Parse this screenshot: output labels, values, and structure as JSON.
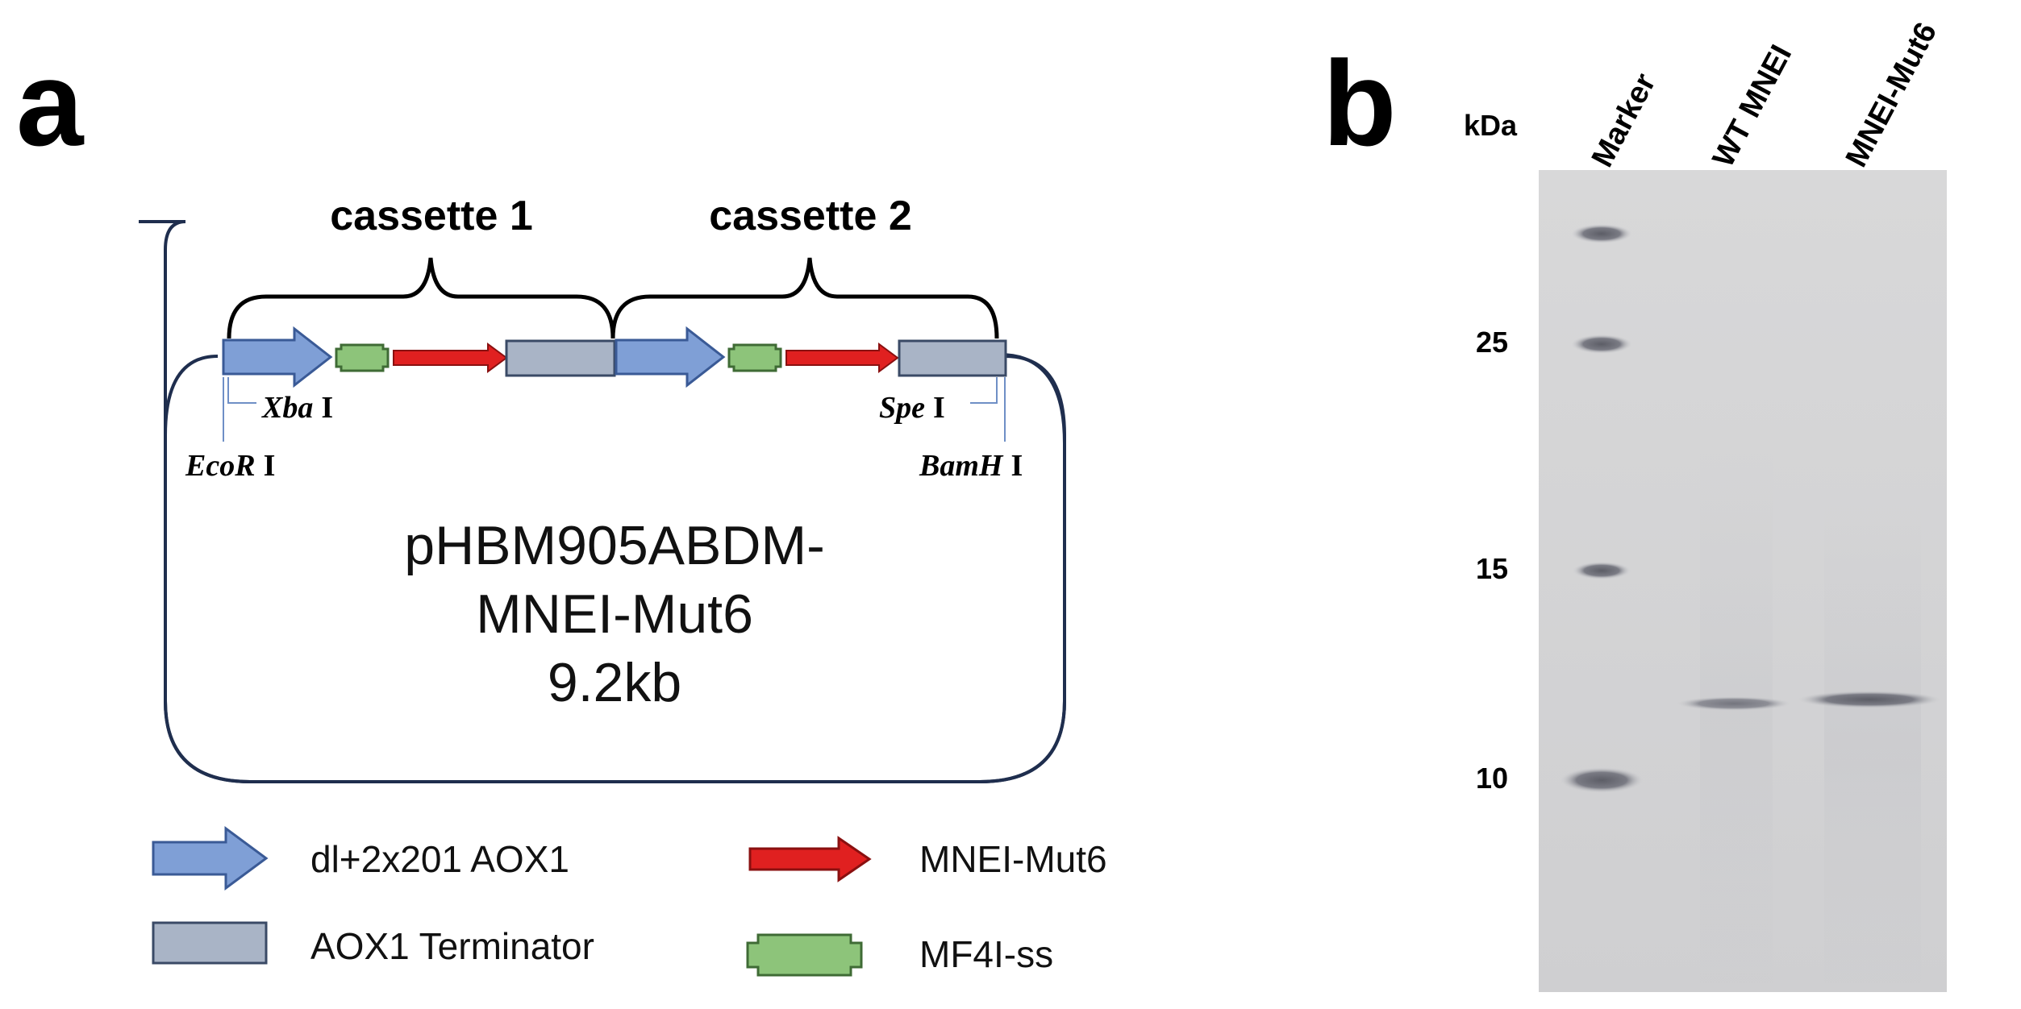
{
  "panel_a": {
    "letter": "a",
    "cassette_labels": [
      "cassette 1",
      "cassette 2"
    ],
    "sites": {
      "xba": {
        "name": "Xba",
        "roman": "I"
      },
      "ecor": {
        "name": "EcoR",
        "roman": "I"
      },
      "spe": {
        "name": "Spe",
        "roman": "I"
      },
      "bamh": {
        "name": "BamH",
        "roman": "I"
      }
    },
    "plasmid": {
      "name_line1": "pHBM905ABDM-",
      "name_line2": "MNEI-Mut6",
      "size": "9.2kb"
    },
    "legend": [
      {
        "icon": "promoter-arrow-icon",
        "label": "dl+2x201 AOX1",
        "color": "#7f9fd6"
      },
      {
        "icon": "gene-arrow-icon",
        "label": "MNEI-Mut6",
        "color": "#e02020"
      },
      {
        "icon": "terminator-box-icon",
        "label": "AOX1 Terminator",
        "color": "#a9b4c6"
      },
      {
        "icon": "signal-sequence-icon",
        "label": "MF4I-ss",
        "color": "#8dc47a"
      }
    ]
  },
  "panel_b": {
    "letter": "b",
    "unit": "kDa",
    "lanes": [
      "Marker",
      "WT MNEI",
      "MNEI-Mut6"
    ],
    "mw_markers": [
      "25",
      "15",
      "10"
    ]
  }
}
